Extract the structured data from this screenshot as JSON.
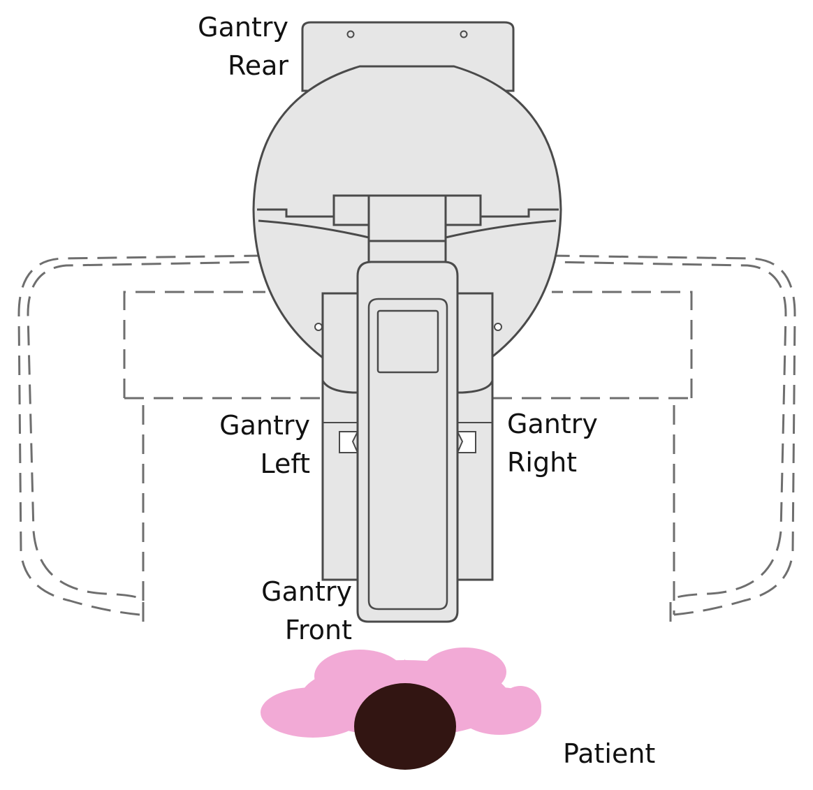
{
  "labels": {
    "gantry_rear": [
      "Gantry",
      "Rear"
    ],
    "gantry_left": [
      "Gantry",
      "Left"
    ],
    "gantry_right": [
      "Gantry",
      "Right"
    ],
    "gantry_front": [
      "Gantry",
      "Front"
    ],
    "patient": "Patient"
  },
  "colors": {
    "outline": "#4a4a4a",
    "gantry_fill": "#e6e6e6",
    "dashed": "#6e6e6e",
    "patient_body": "#f2aad6",
    "patient_head": "#321512"
  }
}
